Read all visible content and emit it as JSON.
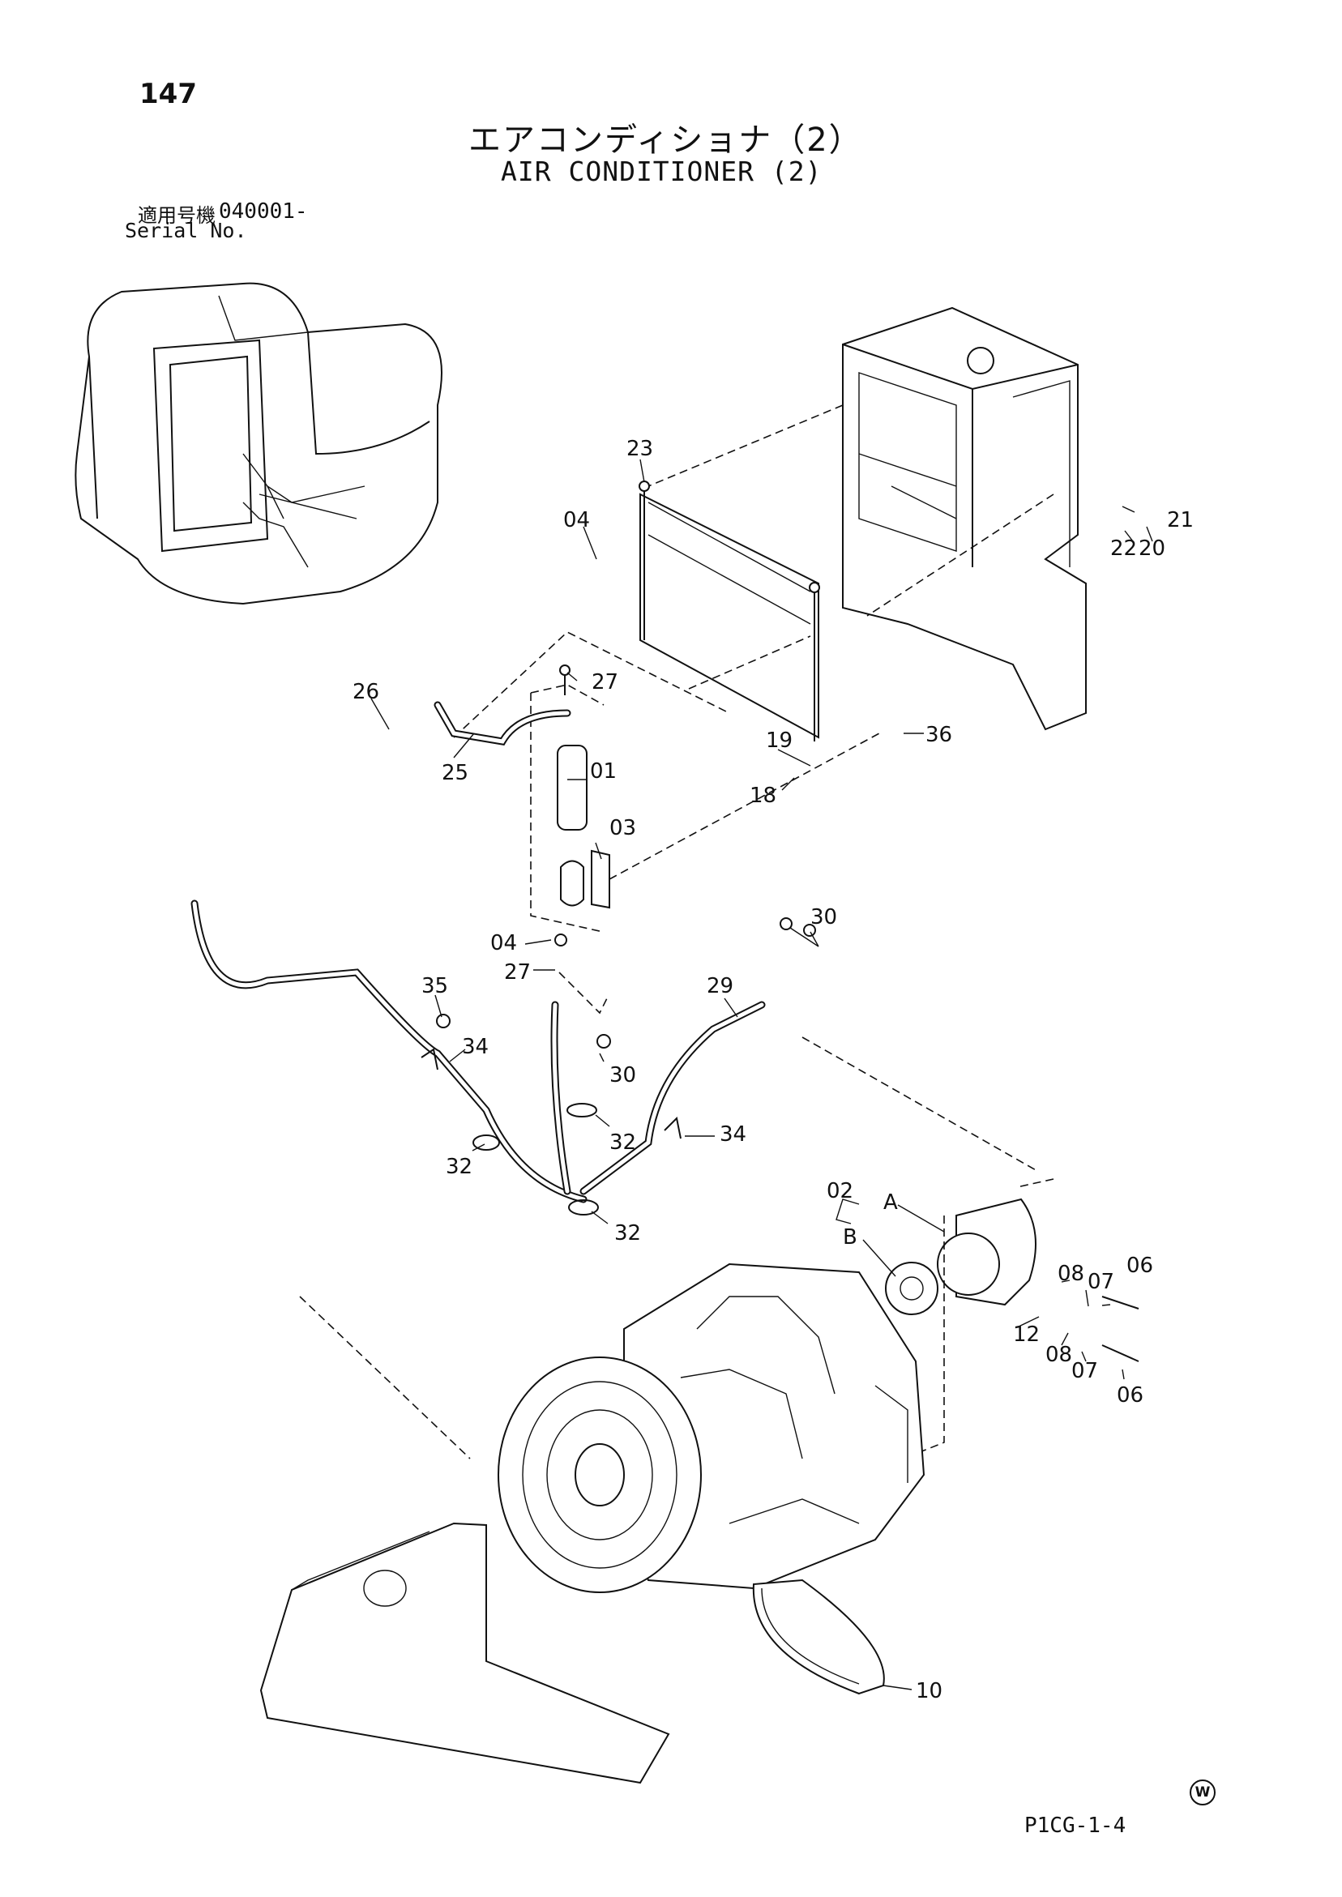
{
  "page_number": "147",
  "title_jp": "エアコンディショナ（2）",
  "title_en": "AIR CONDITIONER (2)",
  "serial": {
    "label_jp": "適用号機",
    "number": "040001-",
    "label_en": "Serial No."
  },
  "figure_code": "P1CG-1-4",
  "watermark_symbol": "W",
  "callouts": [
    "23",
    "04",
    "22",
    "20",
    "21",
    "27",
    "26",
    "25",
    "01",
    "19",
    "36",
    "18",
    "03",
    "04",
    "30",
    "27",
    "29",
    "35",
    "34",
    "30",
    "32",
    "34",
    "32",
    "32",
    "02",
    "A",
    "08",
    "07",
    "B",
    "06",
    "12",
    "08",
    "07",
    "06",
    "10"
  ]
}
